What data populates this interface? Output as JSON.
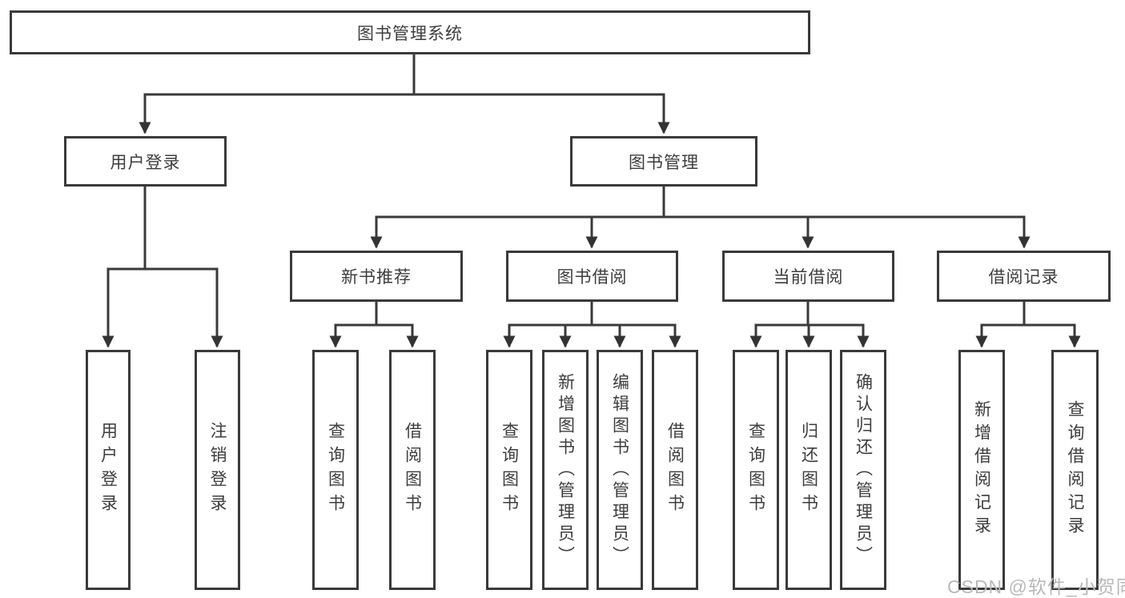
{
  "diagram_title": "图书管理系统",
  "nodes": {
    "root": {
      "label": "图书管理系统"
    },
    "user_login_branch": {
      "label": "用户登录"
    },
    "book_mgmt_branch": {
      "label": "图书管理"
    },
    "new_book_rec": {
      "label": "新书推荐"
    },
    "book_borrow": {
      "label": "图书借阅"
    },
    "current_borrow": {
      "label": "当前借阅"
    },
    "borrow_records": {
      "label": "借阅记录"
    },
    "login": {
      "label": "用户登录"
    },
    "logout": {
      "label": "注销登录"
    },
    "rec_query_books": {
      "label": "查询图书"
    },
    "rec_borrow_books": {
      "label": "借阅图书"
    },
    "bb_query_books": {
      "label": "查询图书"
    },
    "bb_add_books": {
      "label": "新增图书（管理员）"
    },
    "bb_edit_books": {
      "label": "编辑图书（管理员）"
    },
    "bb_borrow_books": {
      "label": "借阅图书"
    },
    "cb_query_books": {
      "label": "查询图书"
    },
    "cb_return_books": {
      "label": "归还图书"
    },
    "cb_confirm_return": {
      "label": "确认归还（管理员）"
    },
    "br_add_record": {
      "label": "新增借阅记录"
    },
    "br_query_record": {
      "label": "查询借阅记录"
    }
  },
  "hierarchy": {
    "图书管理系统": {
      "用户登录": [
        "用户登录",
        "注销登录"
      ],
      "图书管理": {
        "新书推荐": [
          "查询图书",
          "借阅图书"
        ],
        "图书借阅": [
          "查询图书",
          "新增图书（管理员）",
          "编辑图书（管理员）",
          "借阅图书"
        ],
        "当前借阅": [
          "查询图书",
          "归还图书",
          "确认归还（管理员）"
        ],
        "借阅记录": [
          "新增借阅记录",
          "查询借阅记录"
        ]
      }
    }
  },
  "watermark": "CSDN @软件_小贺同学",
  "colors": {
    "line": "#3a3a3a",
    "text": "#3d3d3d",
    "box_background": "#ffffff",
    "watermark": "#b9b9b9"
  }
}
